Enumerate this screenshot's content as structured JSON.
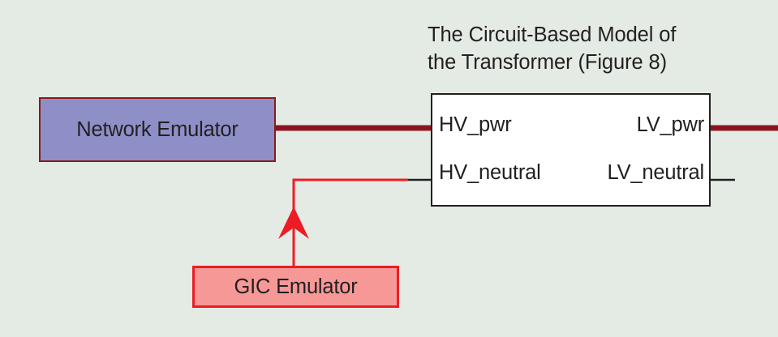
{
  "diagram": {
    "type": "block-diagram",
    "background_color": "#e4ebe5",
    "title": "The Circuit-Based Model of\nthe Transformer (Figure 8)"
  },
  "blocks": {
    "network_emulator": {
      "label": "Network Emulator",
      "fill_color": "#8f8fc8",
      "border_color": "#8b1a1a"
    },
    "gic_emulator": {
      "label": "GIC Emulator",
      "fill_color": "#f59896",
      "border_color": "#ed1c24"
    },
    "transformer": {
      "fill_color": "#ffffff",
      "border_color": "#231f20",
      "ports": {
        "hv_pwr": "HV_pwr",
        "hv_neutral": "HV_neutral",
        "lv_pwr": "LV_pwr",
        "lv_neutral": "LV_neutral"
      }
    }
  },
  "connections": [
    {
      "name": "network-to-hv-pwr",
      "from": "network_emulator",
      "to": "hv_pwr",
      "style": "thick-power-line",
      "color": "#8b1420"
    },
    {
      "name": "gic-to-hv-neutral",
      "from": "gic_emulator",
      "to": "hv_neutral",
      "style": "thin-arrow-line",
      "color": "#ed1c24",
      "arrowhead": "up"
    },
    {
      "name": "lv-pwr-stub",
      "from": "lv_pwr",
      "to": "",
      "style": "thick-power-line",
      "color": "#8b1420"
    },
    {
      "name": "lv-neutral-stub",
      "from": "lv_neutral",
      "to": "",
      "style": "thin-line",
      "color": "#231f20"
    },
    {
      "name": "hv-neutral-stub",
      "from": "hv_neutral",
      "to": "",
      "style": "thin-line",
      "color": "#231f20"
    }
  ]
}
